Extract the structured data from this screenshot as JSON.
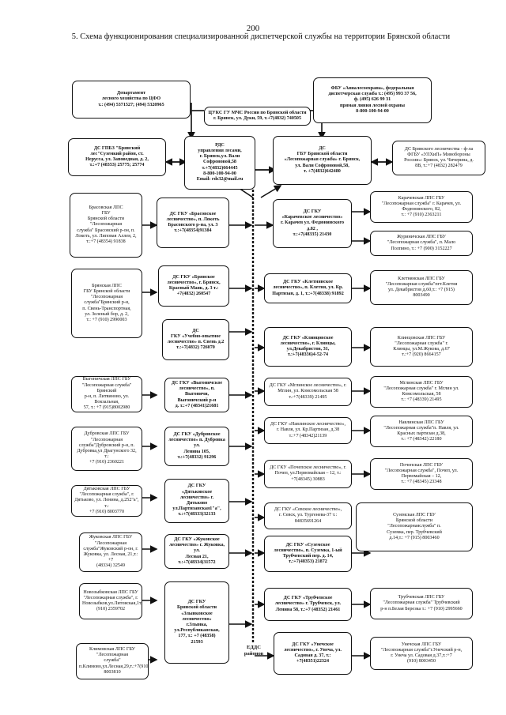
{
  "page_number": "200",
  "title": "5. Схема функционирования специализированной диспетчерской службы на территории Брянской области",
  "boxes": {
    "dep_cfo": [
      "Департамент",
      "лесного хозяйства по ЦФО",
      "т.: (494) 5371527; (494) 5320965"
    ],
    "fbu": [
      "ФБУ «Авиалесоохрана», федеральная",
      "диспетчерская служба т.: (495) 993 37 56,",
      "ф. (495) 626 99 31",
      "прямая линия лесной охраны",
      "8-800-100-94-00"
    ],
    "mchs": [
      "ЦУКС ГУ МЧС России по Брянской области",
      "г. Брянск, ул. Дуки, 59, т.+7(4832) 740505"
    ],
    "ds_gpbz": [
      "ДС ГПБЗ \"Брянский",
      "лес\"Суземкий район, ст.",
      "Нерусса, ул. Заповедная, д. 2,",
      "т.:+7 (48353) 25775; 25774"
    ],
    "rds": [
      "РДС",
      "управления лесами,",
      "г. Брянск,ул. Вали Софроновой,58",
      "т.+7(4832)664445",
      "8-800-100-94-00",
      "Email: rds32@mail.ru"
    ],
    "ds_gbu": [
      "ДС",
      "ГБУ Брянской области",
      "«Лесопожарная служба» г. Брянск,",
      "ул. Вали Софроновой,58,",
      "т. +7(4832)642480"
    ],
    "ds_bryansk_lesn": [
      "ДС Брянского лесничества - ф-ла",
      "ФГБУ «УЛХиП» Минобороны",
      "России»: Брянск, ул. Чичерина, д.",
      "8В, т.:+7 (4832) 282479"
    ],
    "brasovskaya_lps": [
      "Брасовская ЛПС",
      "ГБУ",
      "Брянской области",
      "\"Лесопожарная",
      "служба\" Брасовский р-он, п.",
      "Локоть, ул. Липовая Аллея, 2,",
      "т.:+7 (48354) 91838"
    ],
    "ds_brasovskoe": [
      "ДС ГКУ «Брасовское",
      "лесничество», п. Локоть",
      "Брасовского р-на, ул. 3",
      "т.:+7(48354)91384"
    ],
    "ds_karachevskoe": [
      "ДС ГКУ",
      "«Карачевское лесничество»",
      "г. Карачев ул. Федюнинского",
      "д.82 ,",
      "т.:+7(48335) 21430"
    ],
    "karachevskaya_lps": [
      "Карачевская ЛПС ГБУ",
      "\"Лесопожарная служба\" г. Карачев, ул.",
      "Федюнинского, 82,",
      "т.: +7 (910) 2363211"
    ],
    "zhuryanichi_lps": [
      "Журиничская ЛПС ГБУ",
      "\"Лесопожарная служба\", п. Мало",
      "Полпино, т.: +7 (900) 3152227"
    ],
    "bryanskaya_lps": [
      "Брянская ЛПС",
      "ГБУ Брянской области",
      "\"Лесопожарная",
      "служба\"Брянский р-н,",
      "п. Свень-Транспортная,",
      "ул. Зеленый бор, д. 2,",
      "т.: +7 (910) 2990003"
    ],
    "ds_bryanskoe": [
      "ДС ГКУ «Брянское",
      "лесничество», г. Брянск,",
      "Красный Маяк, д. 3  т.:",
      "+7(4832) 260547"
    ],
    "ds_kletnyanskoe": [
      "ДС ГКУ «Клетнянское",
      "лесничество», п. Клетня, ул. Кр.",
      "Партизан, д. 1, т.:+7(48338) 91892"
    ],
    "kletnyanskaya_lps": [
      "Клетнянская ЛПС ГБУ",
      "\"Лесопожарная служба\"пгт.Клетня",
      "ул. Декабристов д.60,т.: +7 (915)",
      "8003490"
    ],
    "ds_uchebno": [
      "ДС",
      "ГКУ «Учебно-опытное",
      "лесничество» п. Свень д.2",
      "т.:+7(4832) 726070"
    ],
    "ds_klintsovskoe": [
      "ДС ГКУ «Клинцовское",
      "лесничество», г. Клинцы,",
      "ул.Декабристов, 31,",
      "т.:+7(48336)4-52-74"
    ],
    "klintsovskaya_lps": [
      "Клинцовская ЛПС ГБУ",
      "\"Лесопожарная служба\" г.",
      "Клинцы, ул.М.Жукова, д.67",
      "т.:+7 (920) 8664157"
    ],
    "vygonichi_lps": [
      "Выгоничская ЛПС ГБУ",
      "\"Лесопожарная служба\" Брянский",
      "р-н, п. Литвиново, ул. Вокзальная,",
      "57, т.: +7 (915)8002980"
    ],
    "ds_vygonichskoe": [
      "ДС ГКУ «Выгоничское",
      "лесничество», п. Выгоничи,",
      "Выгоничский р-н",
      "д. т.:+7 (48341)21681"
    ],
    "ds_mglinskoe": [
      "ДС ГКУ «Мглинское лесничество», г.",
      "Мглин, ул. Комсомольская 58",
      "т.:+7(48339) 21495"
    ],
    "mglinskaya_lps": [
      "Мглинская ЛПС ГБУ",
      "\"Лесопожарная служба\" г. Мглин ул.",
      "Комсомольская, 58",
      "т.: +7 (48339) 21495"
    ],
    "dubrovskaya_lps": [
      "Дубровская ЛПС ГБУ",
      "\"Лесопожарная",
      "служба\"Дубровский р-н, п.",
      "Дубровка,ул Драгунского 32, т.:",
      "+7 (910) 2360221"
    ],
    "ds_dubrovskoe": [
      "ДС ГКУ «Дубровское",
      "лесничество» п. Дубровка ул.",
      "Ленина 105,",
      "т.:+7(48332) 91296"
    ],
    "ds_navlinskoe": [
      "ДС ГКУ «Навлинское лесничество»,",
      "г. Навля, ул. Кр.Партизан, д.38",
      "т.:+7 (48342)21139"
    ],
    "navlinskaya_lps": [
      "Навлинская ЛПС ГБУ",
      "\"Лесопожарная служба\"п. Навля, ул.",
      "Красных партизан д.38,",
      "т.: +7 (48342) 22180"
    ],
    "dyatkovskaya_lps": [
      "Дятьковская ЛПС ГБУ",
      "\"Лесопожарная служба\", г.",
      "Дятьково, ул. Ленина, д.252\"а\", т.:",
      "+7 (910) 8003770"
    ],
    "ds_dyatkovskoe": [
      "ДС ГКУ",
      "«Дятьковское лесничество» г.",
      "Дятьково",
      "ул.Партизанская1\"а\",",
      "т.:+7(48333)32133"
    ],
    "ds_pochepskoe": [
      "ДС ГКУ «Почепское лесничество», г.",
      "Почеп, ул.Первомайская – 12, т.:",
      "+7(48345) 30883"
    ],
    "pochepskaya_lps": [
      "Почепская ЛПС ГБУ",
      "\"Лесопожарная служба\", Почеп, ул.",
      "Первомайская – 12,",
      "т.: +7 (48345) 23348"
    ],
    "zhukovskaya_lps": [
      "Жуковская ЛПС ГБУ",
      "\"Лесопожарная",
      "служба\"Жуковский р-он, г.",
      "Жуковка, ул. Лесная, 21,т.: +7",
      "(48334) 32549"
    ],
    "ds_zhukovskoe": [
      "ДС ГКУ «Жуковское",
      "лесничество» г. Жуковка, ул.",
      "Лесная 21,",
      "т.:+7(48334)31572"
    ],
    "ds_sevskoe": [
      "ДС ГКУ «Севское лесничество»,",
      "г. Севск, ул. Тургенева-37 т.:",
      "84835691264"
    ],
    "suzemskaya_lps": [
      "Суземская ЛПС ГБУ",
      "Брянской области",
      "\"Лесопожарнаяслужба\" п.",
      "Суземка, пер. Трубчевский",
      "д.14,т.: +7 (915) 8003460"
    ],
    "ds_suzemskoe": [
      "ДС ГКУ «Суземское",
      "лесничество», п. Суземка, 1-ый",
      "Трубчевский пер. д. 14,",
      "т.:+7(48353) 21872"
    ],
    "novozybkov_lps": [
      "Новозыбковская ЛПС ГБУ",
      "\"Лесопожарная служба\", г.",
      "Новозыбков,ул.Литовская,1т.:+7",
      "(910) 2359702"
    ],
    "ds_zlynkovskoe": [
      "ДС ГКУ",
      "Брянской области",
      "«Злынковское",
      "лесничество»",
      "г.Злынка,",
      "ул.Республиканская,",
      "177, т.: +7 (48358)",
      "21593"
    ],
    "ds_trubchevskoe": [
      "ДС ГКУ «Трубчевское",
      "лесничество» г. Трубчевск, ул.",
      "Ленина 58, т.:+7 (48352) 21461"
    ],
    "trubchevskaya_lps": [
      "Трубчевская ЛПС ГБУ",
      "\"Лесопожарная служба\" Трубчевский",
      "р-н п.Белая Березка т.: +7 (910) 2995660"
    ],
    "klimovskaya_lps": [
      "Климовская ЛПС ГБУ",
      "\"Лесопожарная",
      "служба\" п.Климово,ул.Лесная,29,т.:+7(910)",
      "8003810"
    ],
    "ds_unechskoe": [
      "ДС ГКУ «Унечское",
      "лесничество», г. Унеча, ул.",
      "Садовая д. 37, т.:",
      "+7(48351)22324"
    ],
    "unechskaya_lps": [
      "Унечская ЛПС ГБУ",
      "\"Лесопожарная служба\"г.Унечский р-н,",
      "г. Унеча ул. Садовая д.37,т.:+7",
      "(910) 8003450"
    ]
  },
  "edds": [
    "ЕДДС",
    "районов"
  ]
}
